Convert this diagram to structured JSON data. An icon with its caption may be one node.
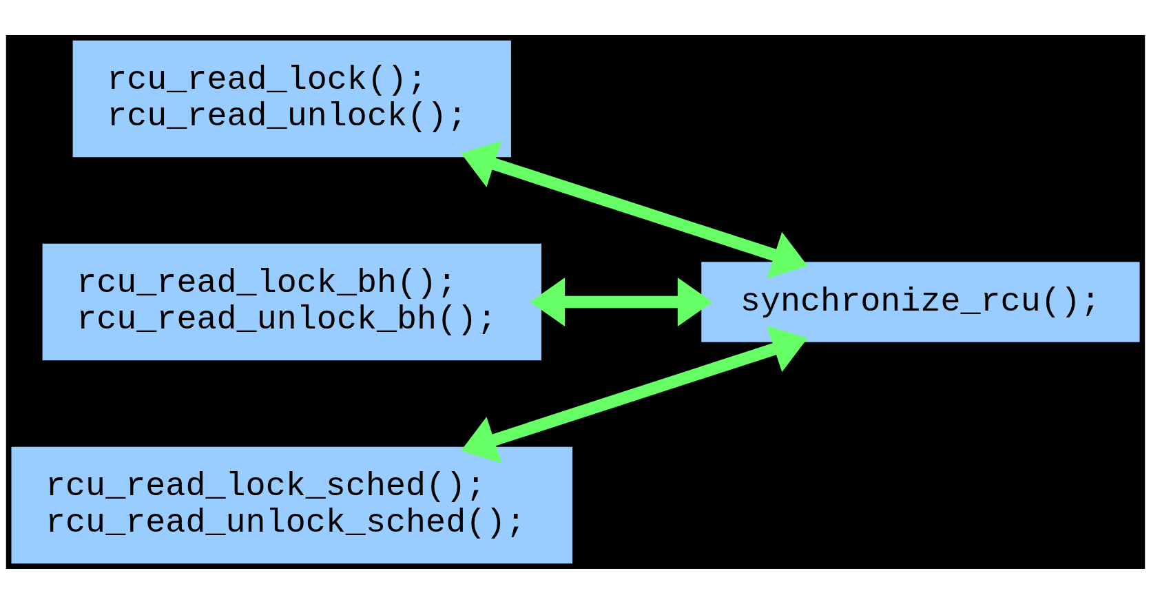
{
  "diagram": {
    "nodes": [
      {
        "text": [
          "rcu_read_lock();",
          "rcu_read_unlock();"
        ]
      },
      {
        "text": [
          "rcu_read_lock_bh();",
          "rcu_read_unlock_bh();"
        ]
      },
      {
        "text": [
          "rcu_read_lock_sched();",
          "rcu_read_unlock_sched();"
        ]
      },
      {
        "text": [
          "synchronize_rcu();"
        ]
      }
    ],
    "edges": [
      {
        "from": 0,
        "to": 3,
        "arrow": "both"
      },
      {
        "from": 1,
        "to": 3,
        "arrow": "both"
      },
      {
        "from": 2,
        "to": 3,
        "arrow": "both"
      }
    ]
  }
}
